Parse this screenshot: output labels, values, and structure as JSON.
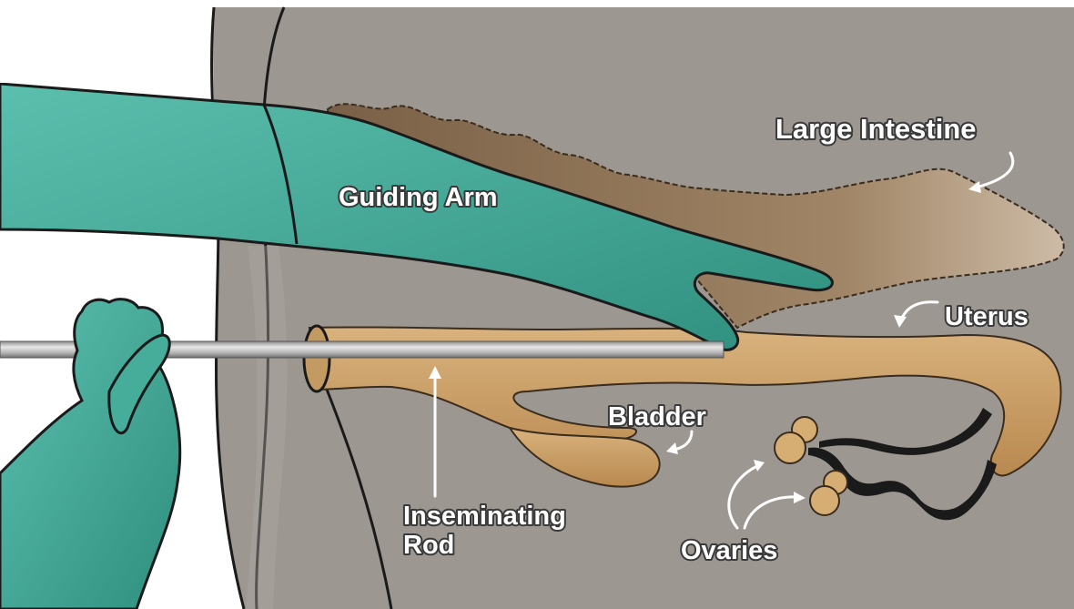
{
  "labels": {
    "large_intestine": "Large Intestine",
    "guiding_arm": "Guiding Arm",
    "uterus": "Uterus",
    "bladder": "Bladder",
    "inseminating_rod_line1": "Inseminating",
    "inseminating_rod_line2": "Rod",
    "ovaries": "Ovaries"
  },
  "colors": {
    "body": "#9d9791",
    "glove": "#3fa794",
    "tract": "#c9a06a",
    "intestine": "#8a7255",
    "rod": "#a9a9a9",
    "label_text": "#ffffff"
  }
}
